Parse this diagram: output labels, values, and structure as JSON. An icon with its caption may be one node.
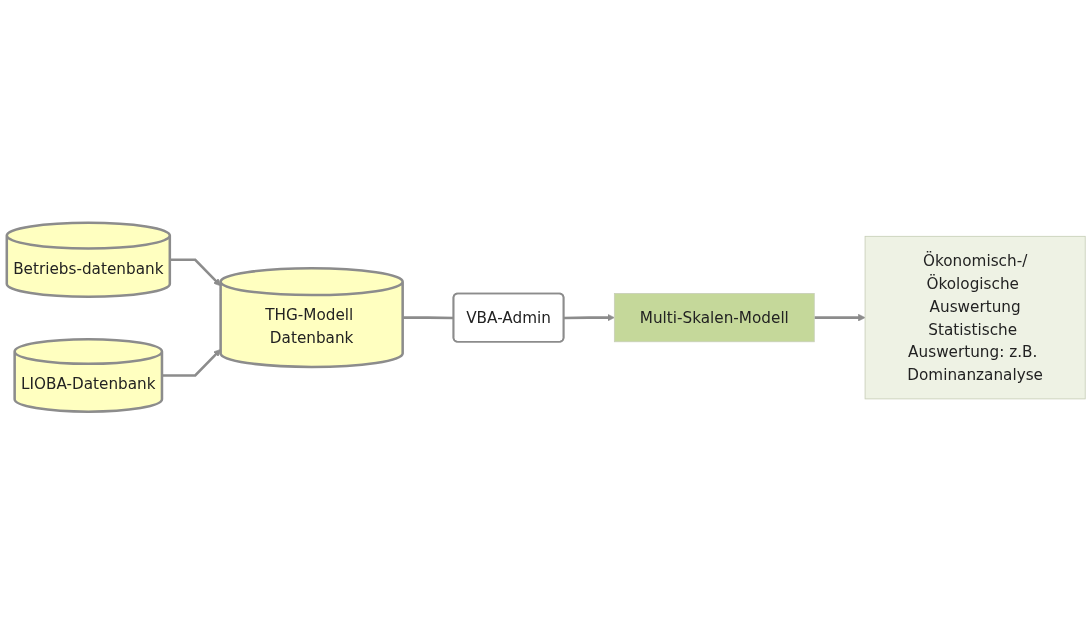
{
  "diagram": {
    "nodes": [
      {
        "text": [
          "Betriebs-datenbank"
        ]
      },
      {
        "text": [
          "LIOBA-Datenbank"
        ]
      },
      {
        "text": [
          "Ökonomisch-/Ökologische Auswertung",
          "Statistische Auswertung: z.B. Dominanzanalyse"
        ]
      },
      {
        "text": [
          "THG-Modell Datenbank"
        ]
      },
      {
        "text": [
          "VBA-Admin"
        ]
      },
      {
        "text": [
          "Multi-Skalen-Modell"
        ]
      }
    ],
    "edges": [
      {
        "from": 0,
        "to": 3,
        "arrow": "to"
      },
      {
        "from": 1,
        "to": 3,
        "arrow": "to"
      },
      {
        "from": 3,
        "to": 4,
        "arrow": "none"
      },
      {
        "from": 4,
        "to": 5,
        "arrow": "to"
      },
      {
        "from": 5,
        "to": 2,
        "arrow": "to"
      }
    ]
  }
}
